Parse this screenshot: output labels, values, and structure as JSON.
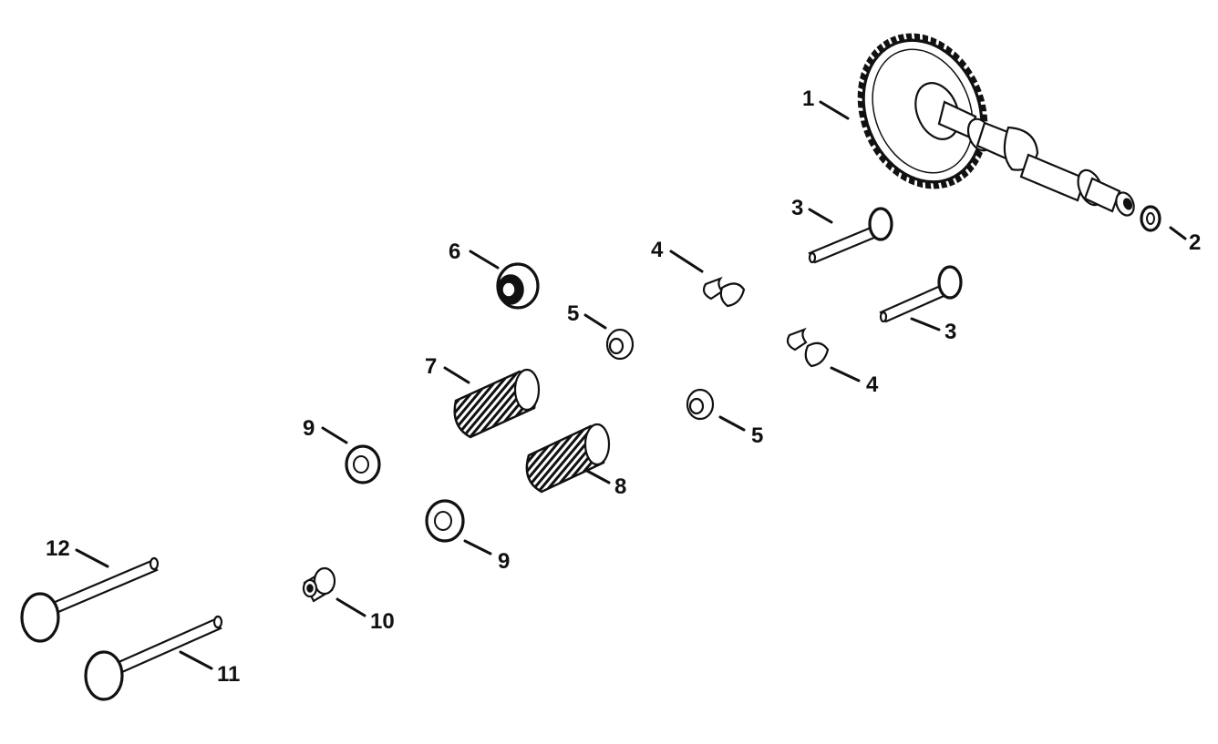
{
  "diagram": {
    "callouts": [
      {
        "id": "c1",
        "label": "1"
      },
      {
        "id": "c2",
        "label": "2"
      },
      {
        "id": "c3a",
        "label": "3"
      },
      {
        "id": "c3b",
        "label": "3"
      },
      {
        "id": "c4a",
        "label": "4"
      },
      {
        "id": "c4b",
        "label": "4"
      },
      {
        "id": "c5a",
        "label": "5"
      },
      {
        "id": "c5b",
        "label": "5"
      },
      {
        "id": "c6",
        "label": "6"
      },
      {
        "id": "c7",
        "label": "7"
      },
      {
        "id": "c8",
        "label": "8"
      },
      {
        "id": "c9a",
        "label": "9"
      },
      {
        "id": "c9b",
        "label": "9"
      },
      {
        "id": "c10",
        "label": "10"
      },
      {
        "id": "c11",
        "label": "11"
      },
      {
        "id": "c12",
        "label": "12"
      }
    ]
  },
  "colors": {
    "ink": "#111111",
    "paper": "#ffffff"
  }
}
